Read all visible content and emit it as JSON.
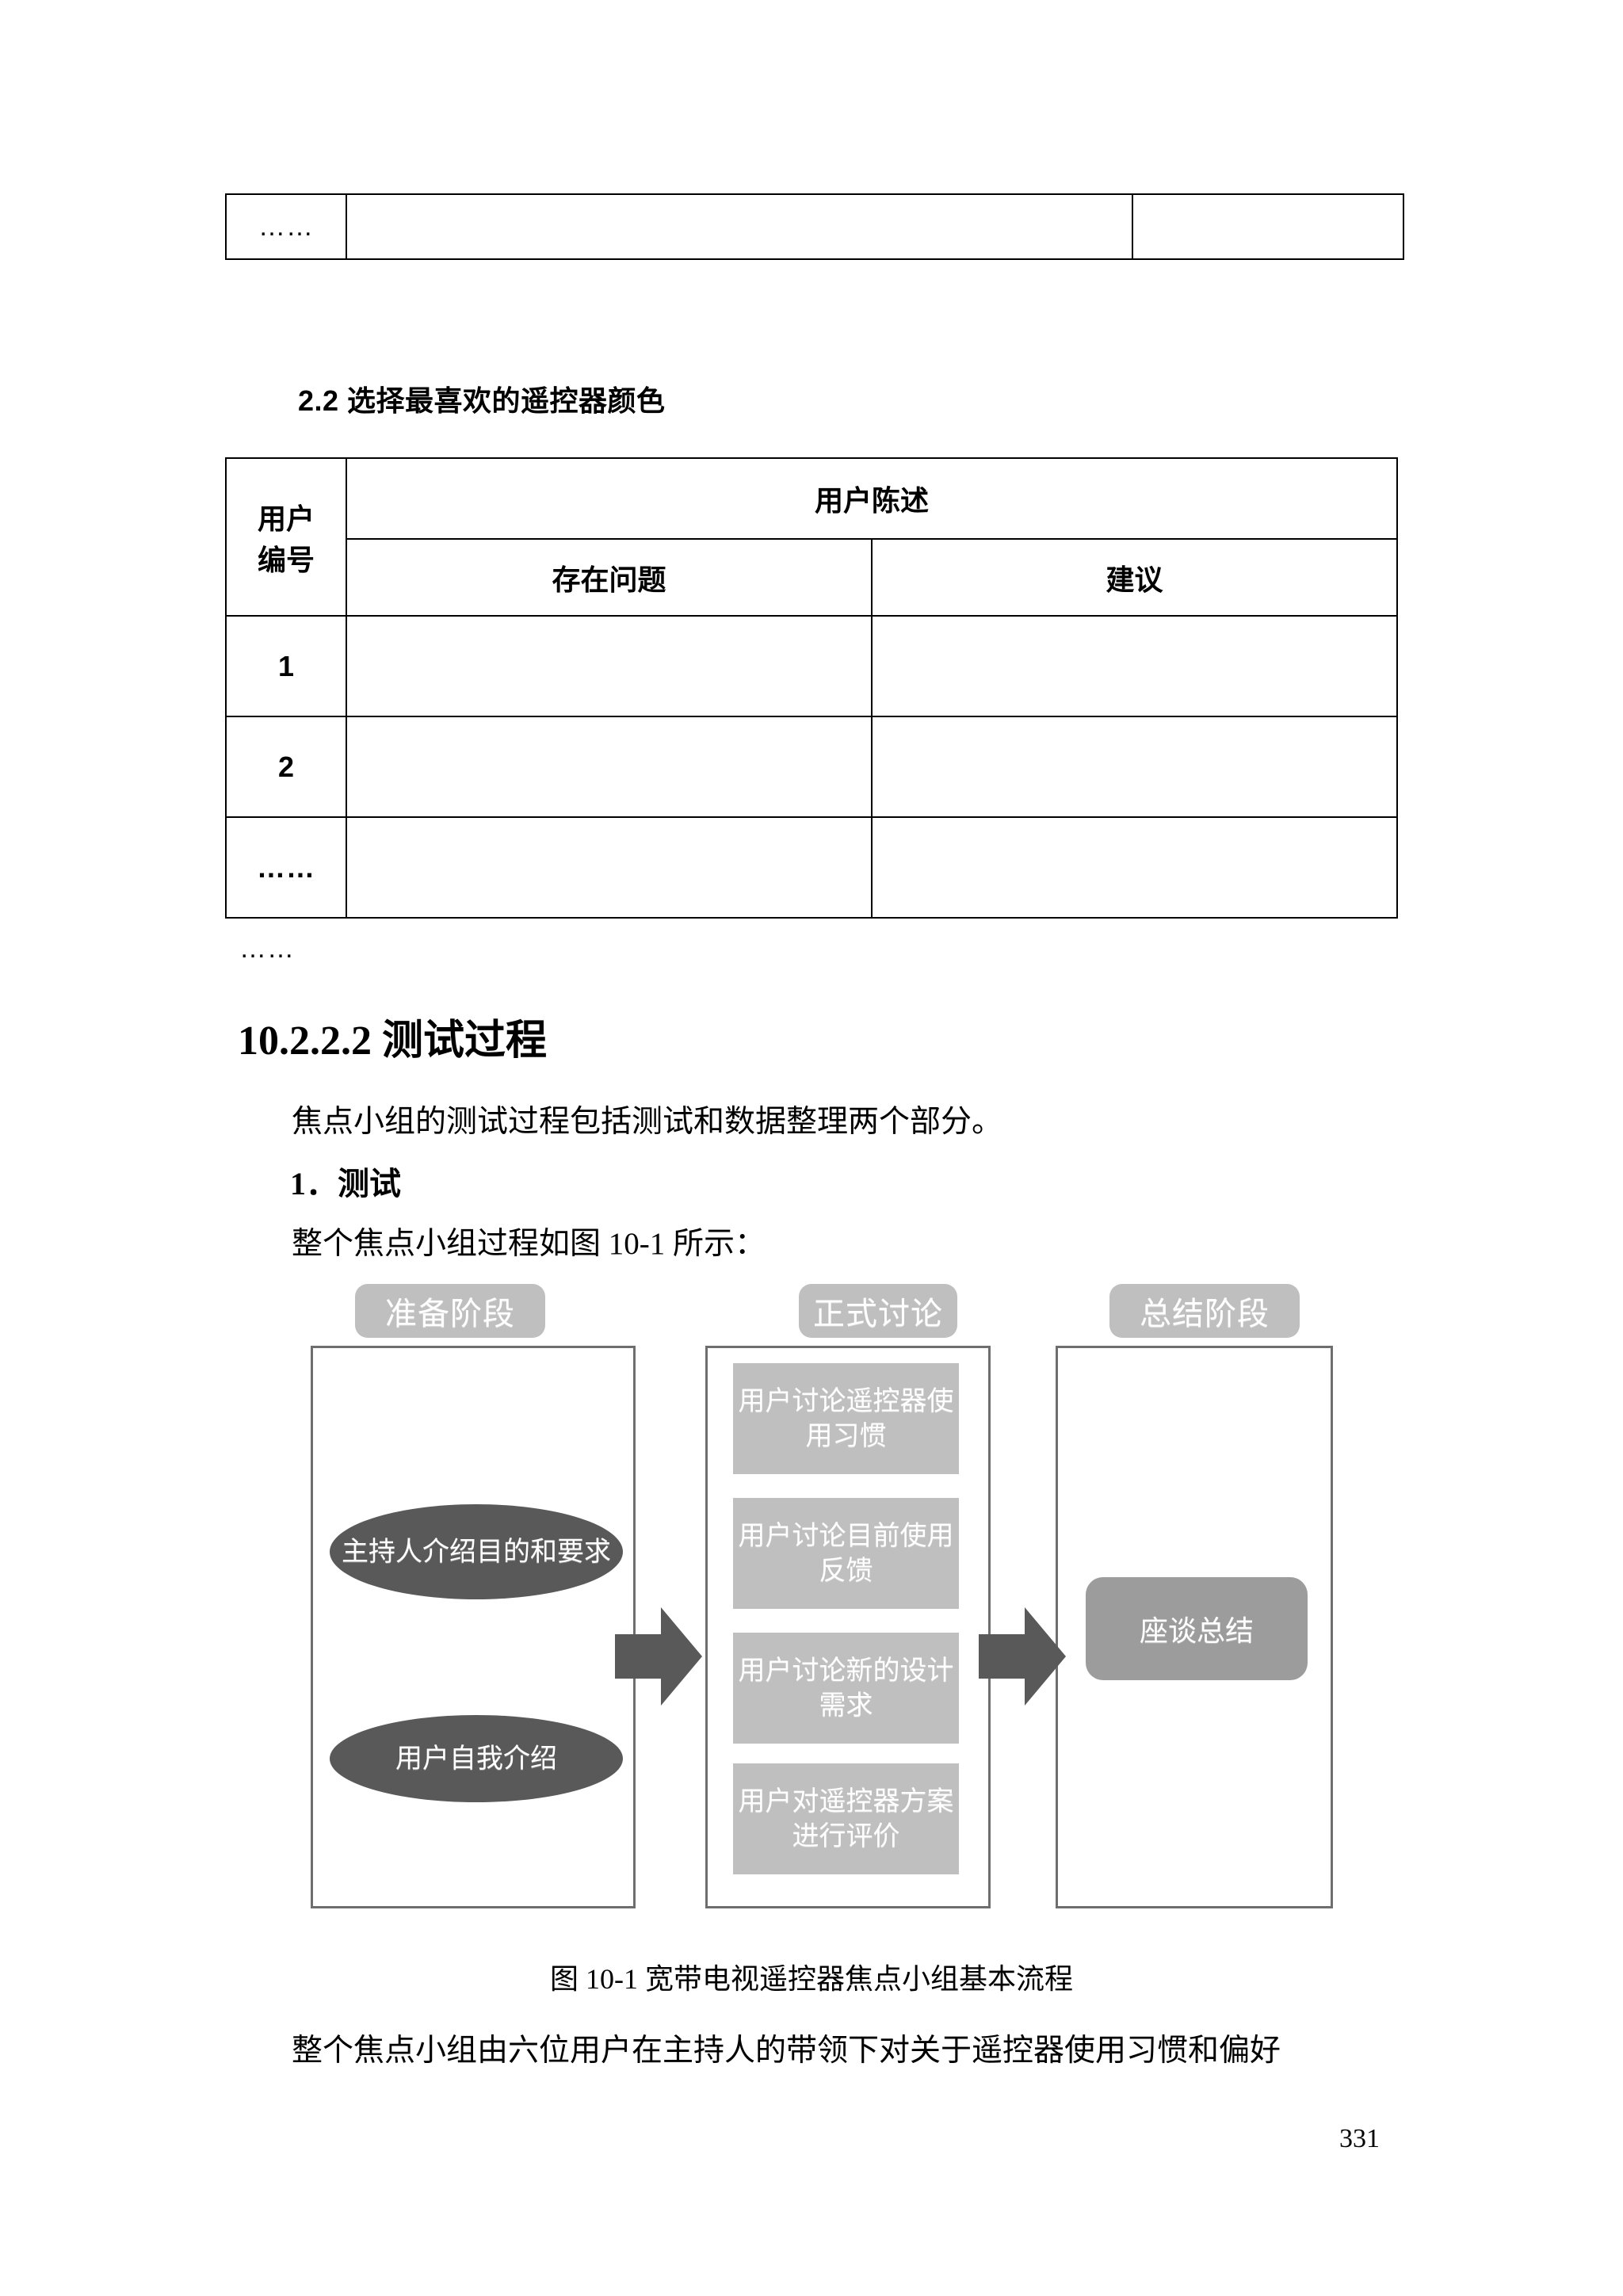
{
  "page": {
    "number": "331"
  },
  "table_top": {
    "name": "continued-table-fragment",
    "columns": [
      "",
      "",
      ""
    ],
    "rows": [
      {
        "no": "……",
        "problem": "",
        "suggestion": ""
      }
    ]
  },
  "heading_22": {
    "text": "2.2 选择最喜欢的遥控器颜色"
  },
  "table_main": {
    "header_top": {
      "no": "用户",
      "span_label": "用户陈述"
    },
    "header_bottom": {
      "no": "编号",
      "problem": "存在问题",
      "suggestion": "建议"
    },
    "rows": [
      {
        "no": "1",
        "problem": "",
        "suggestion": ""
      },
      {
        "no": "2",
        "problem": "",
        "suggestion": ""
      },
      {
        "no": "……",
        "problem": "",
        "suggestion": ""
      }
    ]
  },
  "post_table_ellipsis": {
    "text": "……"
  },
  "heading_1022": {
    "text": "10.2.2.2 测试过程"
  },
  "paragraphs": {
    "p1": "焦点小组的测试过程包括测试和数据整理两个部分。",
    "p2": "1．测试",
    "p3": "整个焦点小组过程如图 10-1 所示：",
    "p4": "整个焦点小组由六位用户在主持人的带领下对关于遥控器使用习惯和偏好"
  },
  "figure": {
    "caption": "图 10-1  宽带电视遥控器焦点小组基本流程",
    "colors": {
      "stage_label_bg": "#bfbfbf",
      "column_border": "#6e6e6e",
      "ellipse_fill": "#595959",
      "task_box_fill": "#bfbfbf",
      "summary_fill": "#9c9c9c",
      "arrow_fill": "#595959",
      "node_text": "#ffffff"
    },
    "stage_labels": [
      {
        "text": "准备阶段"
      },
      {
        "text": "正式讨论"
      },
      {
        "text": "总结阶段"
      }
    ],
    "column_0_nodes": [
      {
        "text": "主持人介绍目的和要求",
        "shape": "ellipse"
      },
      {
        "text": "用户自我介绍",
        "shape": "ellipse"
      }
    ],
    "column_1_nodes": [
      {
        "text": "用户讨论遥控器使用习惯",
        "shape": "rect"
      },
      {
        "text": "用户讨论目前使用反馈",
        "shape": "rect"
      },
      {
        "text": "用户讨论新的设计需求",
        "shape": "rect"
      },
      {
        "text": "用户对遥控器方案进行评价",
        "shape": "rect"
      }
    ],
    "column_2_nodes": [
      {
        "text": "座谈总结",
        "shape": "rounded-rect"
      }
    ],
    "arrows": [
      {
        "name": "arrow-prep-to-discussion",
        "direction": "right"
      },
      {
        "name": "arrow-discussion-to-summary",
        "direction": "right"
      }
    ]
  }
}
